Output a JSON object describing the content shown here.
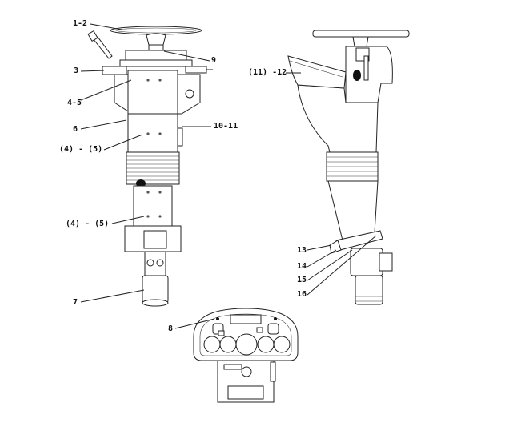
{
  "callouts": {
    "c1_2": "1-2",
    "c3": "3",
    "c4_5": "4-5",
    "c6": "6",
    "c4_5_paren_a": "(4) - (5)",
    "c4_5_paren_b": "(4) - (5)",
    "c7": "7",
    "c8": "8",
    "c9": "9",
    "c10_11": "10-11",
    "c11_12": "(11) -12",
    "c13": "13",
    "c14": "14",
    "c15": "15",
    "c16": "16"
  }
}
